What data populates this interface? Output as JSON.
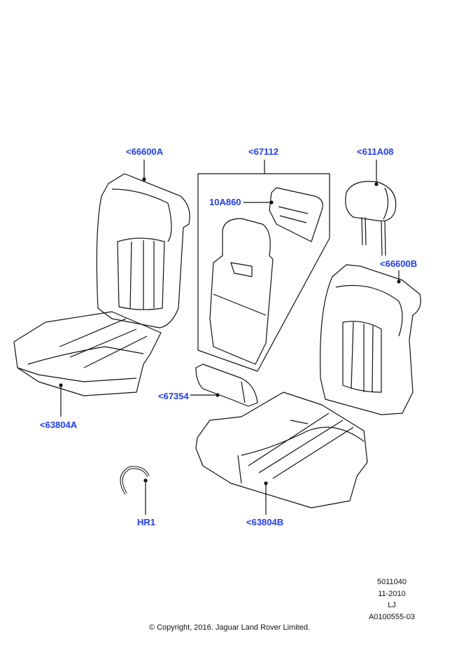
{
  "callouts": {
    "seat_back_left": "<66600A",
    "seat_back_kit": "<67112",
    "headrest": "<611A08",
    "armrest_bracket": "10A860",
    "seat_back_right": "<66600B",
    "armrest_trim": "<67354",
    "cushion_left": "<63804A",
    "hog_ring": "HR1",
    "cushion_right": "<63804B"
  },
  "footer": {
    "ref_number": "5011040",
    "date": "11-2010",
    "code": "LJ",
    "illustration_id": "A0100555-03",
    "copyright": "© Copyright, 2016. Jaguar Land Rover Limited."
  },
  "colors": {
    "callout": "#1f3cff",
    "line": "#111111"
  }
}
